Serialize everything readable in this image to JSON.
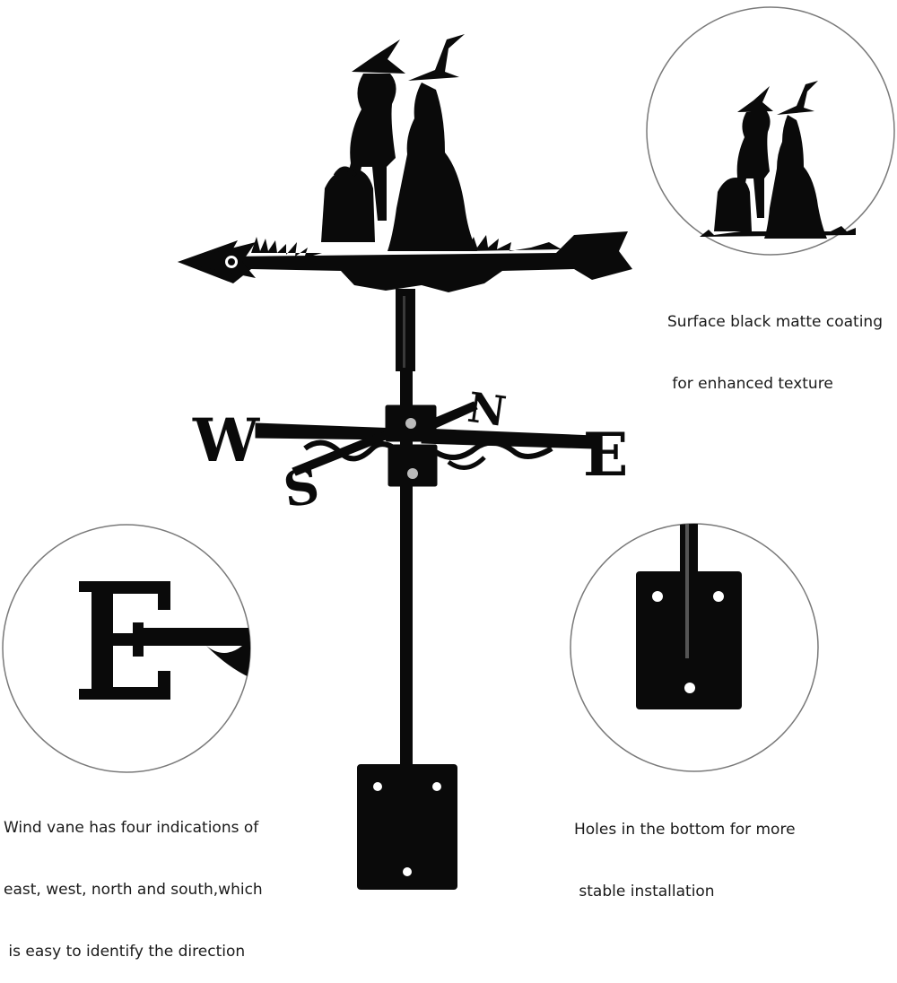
{
  "product": {
    "compass_letters": {
      "west": "W",
      "east": "E",
      "south": "S",
      "north": "N"
    }
  },
  "callouts": {
    "coating": {
      "lines": [
        "Surface black matte coating",
        " for enhanced texture"
      ]
    },
    "directions": {
      "lines": [
        "Wind vane has four indications of",
        "east, west, north and south,which",
        " is easy to identify the direction"
      ]
    },
    "mounting": {
      "lines": [
        "Holes in the bottom for more",
        " stable installation"
      ]
    }
  },
  "colors": {
    "metal": "#0a0a0a",
    "circle_border": "#7a7a7a",
    "background": "#ffffff"
  }
}
